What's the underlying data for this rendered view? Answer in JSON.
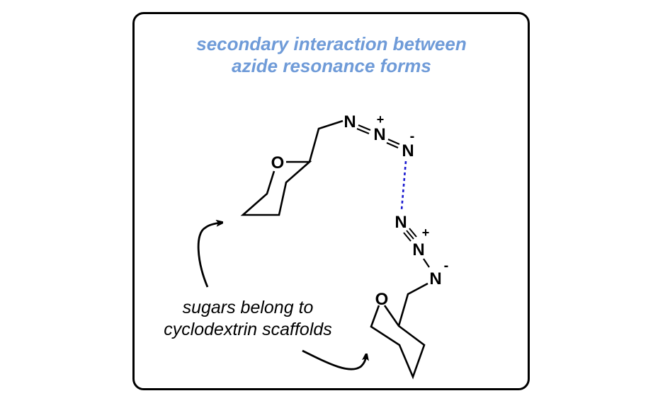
{
  "title": {
    "line1": "secondary interaction between",
    "line2": "azide resonance forms",
    "color": "#6f9bd8"
  },
  "caption": {
    "line1": "sugars belong to",
    "line2": "cyclodextrin scaffolds"
  },
  "molecule_top": {
    "ring_heteroatom": "O",
    "azide": {
      "atoms": [
        "N",
        "N",
        "N"
      ],
      "charges": [
        "",
        "+",
        "-"
      ],
      "bonds": [
        "double",
        "double"
      ]
    }
  },
  "molecule_bottom": {
    "ring_heteroatom": "O",
    "azide": {
      "atoms": [
        "N",
        "N",
        "N"
      ],
      "charges": [
        "-",
        "+",
        ""
      ],
      "bonds": [
        "single",
        "triple"
      ]
    }
  },
  "interaction": {
    "type": "dashed",
    "color": "#1a1ad0"
  }
}
